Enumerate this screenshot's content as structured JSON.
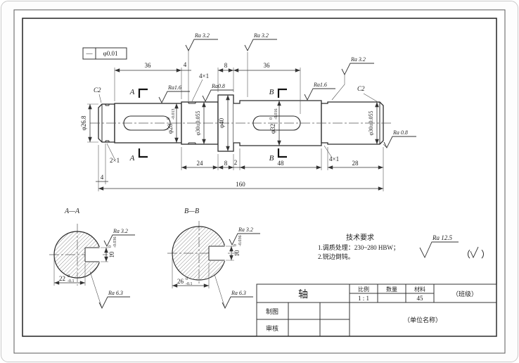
{
  "tolerance_frame": {
    "symbol": "—",
    "value": "φ0.01"
  },
  "main_view": {
    "chamfer_left": "C2",
    "chamfer_right": "C2",
    "section_letter_a": "A",
    "section_letter_b": "B",
    "top_dims": {
      "len36_left": "36",
      "len4": "4",
      "groove_callout_left": "4×1",
      "len8": "8",
      "len36_right": "36"
    },
    "bottom_dims": {
      "chamfer_groove": "2×1",
      "len24": "24",
      "len8": "8",
      "len2": "2",
      "len48": "48",
      "groove_callout_right": "4×1",
      "len28": "28",
      "len4": "4",
      "len160": "160"
    },
    "diameters": {
      "d1": "φ26.8",
      "d2": "φ28",
      "d2_sup": "0",
      "d2_sub": "-0.013",
      "d3": "φ30±0.055",
      "d4": "φ40",
      "d5": "φ32",
      "d5_sup": "0",
      "d5_sub": "-0.016",
      "d6": "φ30±0.055"
    },
    "roughness": {
      "top_left": "Ra 3.2",
      "top_mid": "Ra 3.2",
      "top_right": "Ra 3.2",
      "keyway_a": "Ra1.6",
      "journal_left": "Ra0.8",
      "keyway_b": "Ra1.6",
      "journal_right": "Ra 0.8"
    }
  },
  "section_a": {
    "label": "A—A",
    "width_dim": "22",
    "width_sup": "0",
    "width_sub": "-0.1",
    "depth_dim": "10",
    "depth_sup": "0",
    "depth_sub": "-0.036",
    "ra_keyway": "Ra 3.2",
    "ra_surface": "Ra 6.3"
  },
  "section_b": {
    "label": "B—B",
    "width_dim": "26",
    "width_sup": "0",
    "width_sub": "-0.1",
    "depth_dim": "10",
    "depth_sup": "0",
    "depth_sub": "-0.036",
    "ra_keyway": "Ra 3.2",
    "ra_surface": "Ra 6.3"
  },
  "tech_requirements": {
    "title": "技术要求",
    "item1": "1.调质处理：230~280 HBW；",
    "item2": "2.锐边倒钝。"
  },
  "general_roughness": {
    "value": "Ra 12.5",
    "paren_open": "（",
    "paren_close": "）"
  },
  "title_block": {
    "part_name": "轴",
    "scale_label": "比例",
    "scale_value": "1 : 1",
    "quantity_label": "数量",
    "quantity_value": "",
    "material_label": "材料",
    "material_value": "45",
    "class_label": "（班级）",
    "drafter_label": "制图",
    "reviewer_label": "审核",
    "company_label": "（单位名称）"
  }
}
